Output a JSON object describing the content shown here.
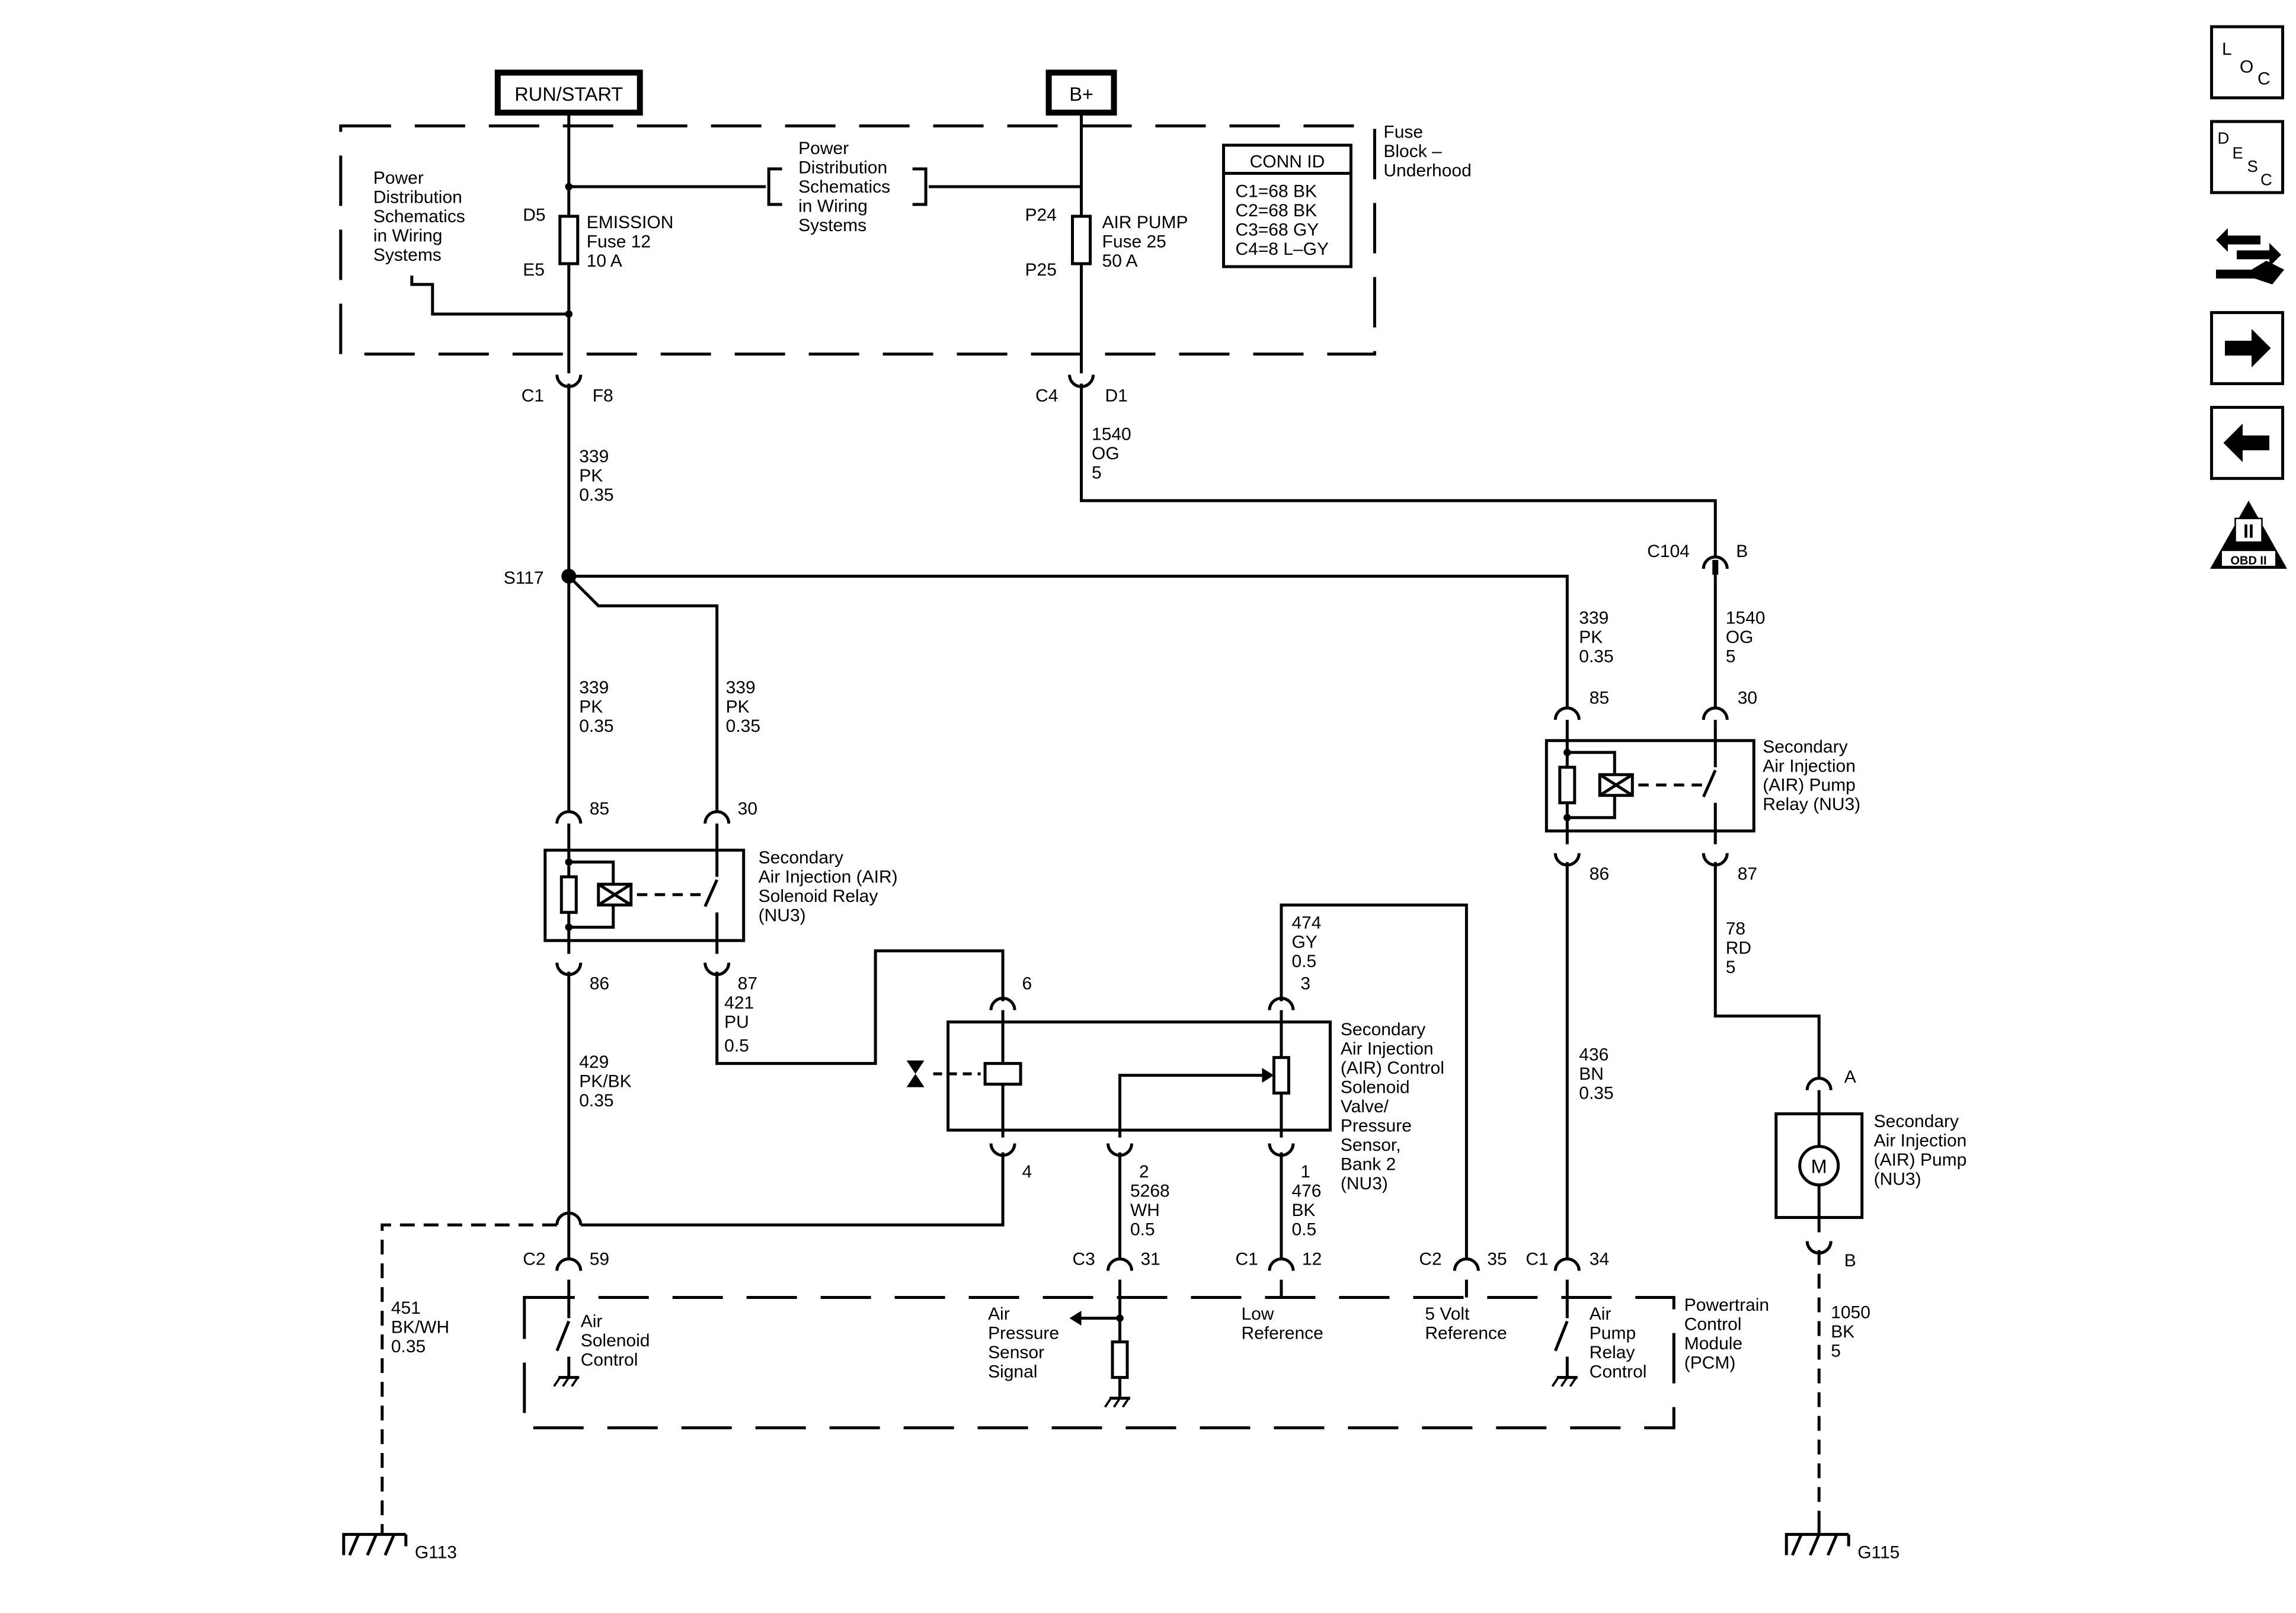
{
  "sources": {
    "run_start": "RUN/START",
    "b_plus": "B+"
  },
  "fuse_block": {
    "title": "Fuse Block – Underhood",
    "title_lines": [
      "Fuse",
      "Block –",
      "Underhood"
    ],
    "left_ref": [
      "Power",
      "Distribution",
      "Schematics",
      "in Wiring",
      "Systems"
    ],
    "mid_ref": [
      "Power",
      "Distribution",
      "Schematics",
      "in Wiring",
      "Systems"
    ],
    "fuse12": {
      "pin_in": "D5",
      "pin_out": "E5",
      "label": [
        "EMISSION",
        "Fuse 12",
        "10 A"
      ]
    },
    "fuse25": {
      "pin_in": "P24",
      "pin_out": "P25",
      "label": [
        "AIR PUMP",
        "Fuse 25",
        "50 A"
      ]
    },
    "conn_id": {
      "title": "CONN ID",
      "rows": [
        "C1=68 BK",
        "C2=68 BK",
        "C3=68 GY",
        "C4=8 L–GY"
      ]
    }
  },
  "connectors": {
    "c1_f8": {
      "conn": "C1",
      "pin": "F8"
    },
    "c4_d1": {
      "conn": "C4",
      "pin": "D1"
    },
    "c104_b": {
      "conn": "C104",
      "pin": "B"
    },
    "c2_59": {
      "conn": "C2",
      "pin": "59"
    },
    "c3_31": {
      "conn": "C3",
      "pin": "31"
    },
    "c1_12": {
      "conn": "C1",
      "pin": "12"
    },
    "c2_35": {
      "conn": "C2",
      "pin": "35"
    },
    "c1_34": {
      "conn": "C1",
      "pin": "34"
    }
  },
  "splice": "S117",
  "wires": {
    "w339_main": [
      "339",
      "PK",
      "0.35"
    ],
    "w1540_top": [
      "1540",
      "OG",
      "5"
    ],
    "w339_a": [
      "339",
      "PK",
      "0.35"
    ],
    "w339_b": [
      "339",
      "PK",
      "0.35"
    ],
    "w339_c": [
      "339",
      "PK",
      "0.35"
    ],
    "w1540_b": [
      "1540",
      "OG",
      "5"
    ],
    "w421": [
      "421",
      "PU",
      "0.5"
    ],
    "w429": [
      "429",
      "PK/BK",
      "0.35"
    ],
    "w474": [
      "474",
      "GY",
      "0.5"
    ],
    "w5268": [
      "5268",
      "WH",
      "0.5"
    ],
    "w476": [
      "476",
      "BK",
      "0.5"
    ],
    "w436": [
      "436",
      "BN",
      "0.35"
    ],
    "w78": [
      "78",
      "RD",
      "5"
    ],
    "w451": [
      "451",
      "BK/WH",
      "0.35"
    ],
    "w1050": [
      "1050",
      "BK",
      "5"
    ]
  },
  "solenoid_relay": {
    "label": [
      "Secondary",
      "Air Injection (AIR)",
      "Solenoid Relay",
      "(NU3)"
    ],
    "pins": {
      "p85": "85",
      "p30": "30",
      "p86": "86",
      "p87": "87"
    }
  },
  "pump_relay": {
    "label": [
      "Secondary",
      "Air Injection",
      "(AIR) Pump",
      "Relay (NU3)"
    ],
    "pins": {
      "p85": "85",
      "p30": "30",
      "p86": "86",
      "p87": "87"
    }
  },
  "valve": {
    "label": [
      "Secondary",
      "Air Injection",
      "(AIR) Control",
      "Solenoid",
      "Valve/",
      "Pressure",
      "Sensor,",
      "Bank 2",
      "(NU3)"
    ],
    "pins": {
      "p6": "6",
      "p4": "4",
      "p3": "3",
      "p2": "2",
      "p1": "1"
    }
  },
  "pump": {
    "label": [
      "Secondary",
      "Air Injection",
      "(AIR) Pump",
      "(NU3)"
    ],
    "motor": "M",
    "pins": {
      "a": "A",
      "b": "B"
    }
  },
  "pcm": {
    "label": [
      "Powertrain",
      "Control",
      "Module",
      "(PCM)"
    ],
    "air_solenoid_control": [
      "Air",
      "Solenoid",
      "Control"
    ],
    "air_pressure_signal": [
      "Air",
      "Pressure",
      "Sensor",
      "Signal"
    ],
    "low_reference": [
      "Low",
      "Reference"
    ],
    "five_volt_reference": [
      "5 Volt",
      "Reference"
    ],
    "air_pump_relay_control": [
      "Air",
      "Pump",
      "Relay",
      "Control"
    ]
  },
  "grounds": {
    "g113": "G113",
    "g115": "G115"
  },
  "nav": {
    "loc_letters": [
      "L",
      "O",
      "C"
    ],
    "desc_letters": [
      "D",
      "E",
      "S",
      "C"
    ],
    "obd_numeral": "II",
    "obd_text": "OBD II"
  }
}
